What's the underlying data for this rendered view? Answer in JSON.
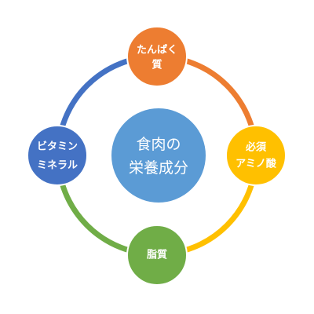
{
  "diagram": {
    "center": {
      "lines": [
        "食肉の",
        "栄養成分"
      ],
      "color": "#5b9bd5"
    },
    "nodes": [
      {
        "id": "protein",
        "lines": [
          "たんぱく",
          "質"
        ],
        "color": "#ed7d31",
        "arc_color": "#ed7d31"
      },
      {
        "id": "amino",
        "lines": [
          "必須",
          "アミノ酸"
        ],
        "color": "#ffc000",
        "arc_color": "#ffc000"
      },
      {
        "id": "fat",
        "lines": [
          "脂質"
        ],
        "color": "#70ad47",
        "arc_color": "#70ad47"
      },
      {
        "id": "vitamin",
        "lines": [
          "ビタミン",
          "ミネラル"
        ],
        "color": "#4472c4",
        "arc_color": "#4472c4"
      }
    ]
  }
}
